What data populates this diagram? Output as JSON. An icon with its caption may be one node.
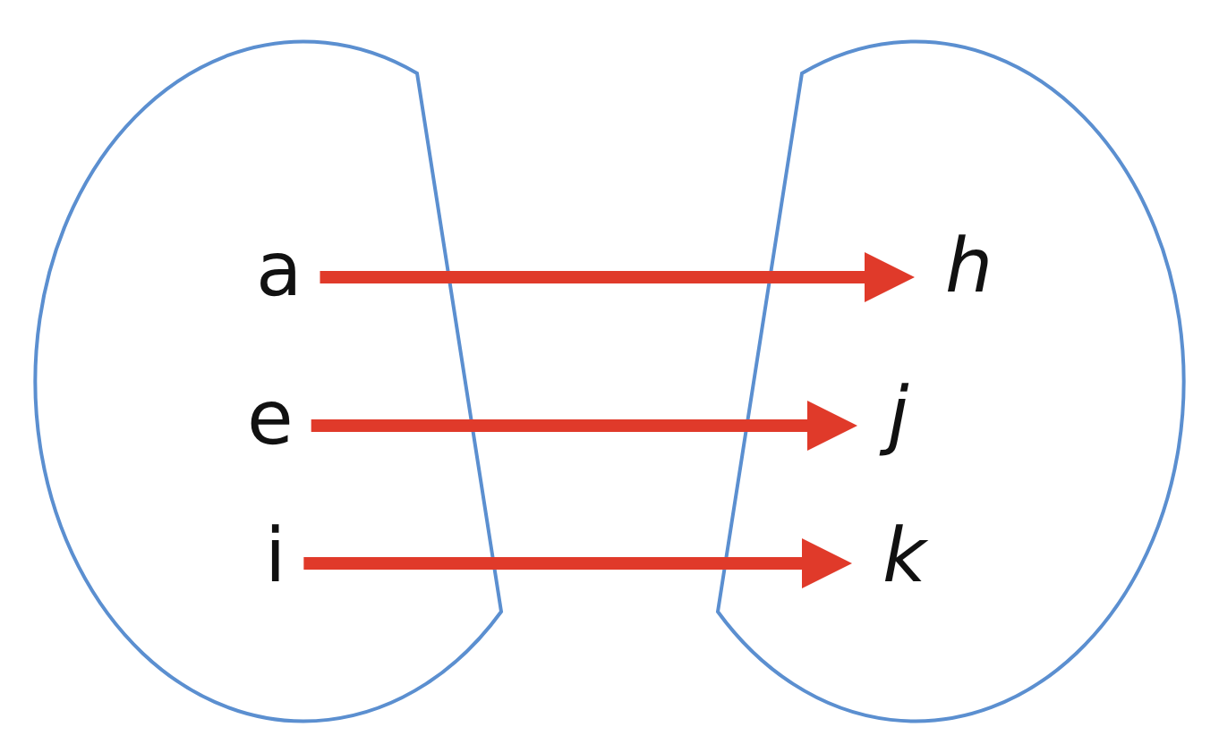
{
  "diagram": {
    "nodes": [
      {
        "text": [],
        "shape": "circle"
      },
      {
        "text": [
          "a"
        ],
        "in": 0
      },
      {
        "text": [
          "e"
        ],
        "in": 0
      },
      {
        "text": [
          "i"
        ],
        "in": 0
      },
      {
        "text": [],
        "shape": "circle"
      },
      {
        "text": [
          "h"
        ],
        "in": 4
      },
      {
        "text": [
          "j"
        ],
        "in": 4
      },
      {
        "text": [
          "k"
        ],
        "in": 4
      }
    ],
    "edges": [
      {
        "from": 1,
        "to": 5,
        "arrow": "to"
      },
      {
        "from": 2,
        "to": 6,
        "arrow": "to"
      },
      {
        "from": 3,
        "to": 7,
        "arrow": "to"
      }
    ]
  }
}
